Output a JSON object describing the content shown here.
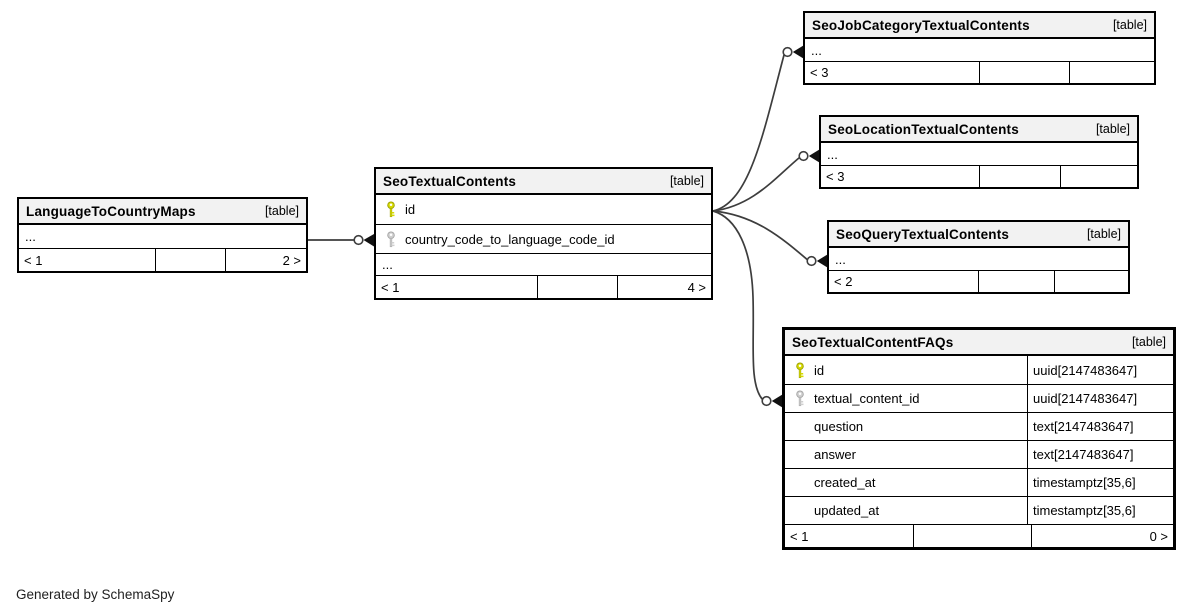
{
  "footer_note": "Generated by SchemaSpy",
  "colors": {
    "header_bg": "#f2f2f2",
    "table_border": "#000000",
    "edge": "#3d3d3d",
    "primary_key": "#d6da00",
    "foreign_key": "#cfcfcf"
  },
  "tables": [
    {
      "name": "LanguageToCountryMaps",
      "type_label": "[table]",
      "ellipsis": "...",
      "footer": {
        "left": "< 1",
        "mid": "",
        "right": "2 >"
      }
    },
    {
      "name": "SeoTextualContents",
      "type_label": "[table]",
      "columns": [
        {
          "name": "id",
          "key": "primary"
        },
        {
          "name": "country_code_to_language_code_id",
          "key": "foreign"
        }
      ],
      "ellipsis": "...",
      "footer": {
        "left": "< 1",
        "mid": "",
        "right": "4 >"
      }
    },
    {
      "name": "SeoJobCategoryTextualContents",
      "type_label": "[table]",
      "ellipsis": "...",
      "footer": {
        "left": "< 3",
        "mid": "",
        "right": ""
      }
    },
    {
      "name": "SeoLocationTextualContents",
      "type_label": "[table]",
      "ellipsis": "...",
      "footer": {
        "left": "< 3",
        "mid": "",
        "right": ""
      }
    },
    {
      "name": "SeoQueryTextualContents",
      "type_label": "[table]",
      "ellipsis": "...",
      "footer": {
        "left": "< 2",
        "mid": "",
        "right": ""
      }
    },
    {
      "name": "SeoTextualContentFAQs",
      "type_label": "[table]",
      "columns": [
        {
          "name": "id",
          "type": "uuid[2147483647]",
          "key": "primary"
        },
        {
          "name": "textual_content_id",
          "type": "uuid[2147483647]",
          "key": "foreign"
        },
        {
          "name": "question",
          "type": "text[2147483647]",
          "key": ""
        },
        {
          "name": "answer",
          "type": "text[2147483647]",
          "key": ""
        },
        {
          "name": "created_at",
          "type": "timestamptz[35,6]",
          "key": ""
        },
        {
          "name": "updated_at",
          "type": "timestamptz[35,6]",
          "key": ""
        }
      ],
      "footer": {
        "left": "< 1",
        "mid": "",
        "right": "0 >"
      }
    }
  ],
  "edges": [
    {
      "from": "LanguageToCountryMaps",
      "to": "SeoTextualContents.country_code_to_language_code_id"
    },
    {
      "from": "SeoTextualContents.id",
      "to": "SeoJobCategoryTextualContents"
    },
    {
      "from": "SeoTextualContents.id",
      "to": "SeoLocationTextualContents"
    },
    {
      "from": "SeoTextualContents.id",
      "to": "SeoQueryTextualContents"
    },
    {
      "from": "SeoTextualContents.id",
      "to": "SeoTextualContentFAQs.textual_content_id"
    }
  ]
}
